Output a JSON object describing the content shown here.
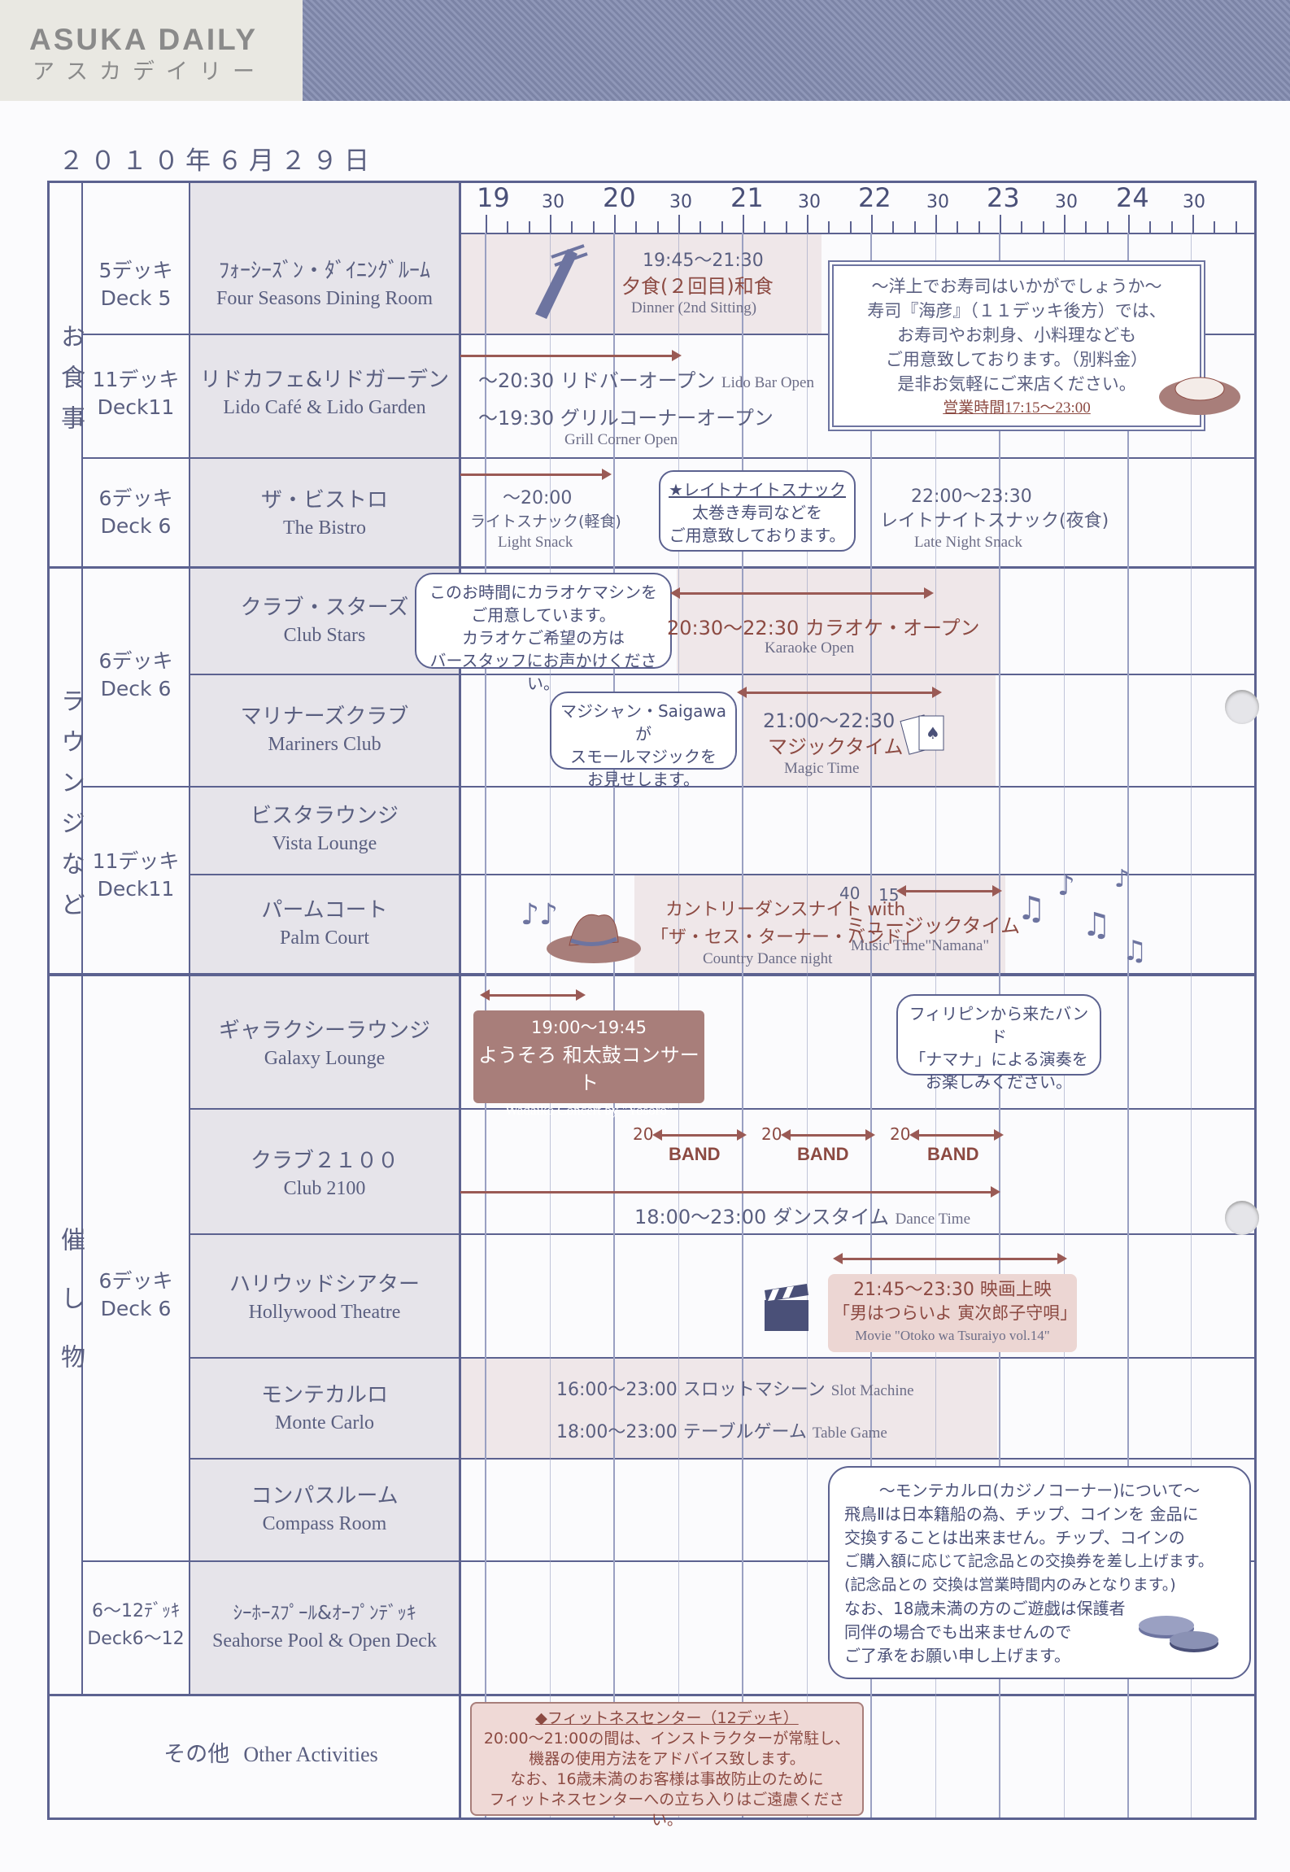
{
  "header": {
    "logo": "ASUKA DAILY",
    "logo_kana": "アスカデイリー"
  },
  "date": "２０１０年６月２９日",
  "hours": [
    "19",
    "20",
    "21",
    "22",
    "23",
    "24"
  ],
  "half_label": "30",
  "sections": {
    "meals": "お食事",
    "lounges": "ラウンジなど",
    "events": "催し物"
  },
  "decks": {
    "d5": {
      "jp": "5デッキ",
      "en": "Deck 5"
    },
    "d11a": {
      "jp": "11デッキ",
      "en": "Deck11"
    },
    "d6a": {
      "jp": "6デッキ",
      "en": "Deck 6"
    },
    "d6b": {
      "jp": "6デッキ",
      "en": "Deck 6"
    },
    "d11b": {
      "jp": "11デッキ",
      "en": "Deck11"
    },
    "d6c": {
      "jp": "6デッキ",
      "en": "Deck 6"
    },
    "d612": {
      "jp": "6〜12ﾃﾞｯｷ",
      "en": "Deck6〜12"
    }
  },
  "venues": {
    "four_seasons": {
      "jp": "ﾌｫｰｼｰｽﾞﾝ・ﾀﾞｲﾆﾝｸﾞﾙｰﾑ",
      "en": "Four Seasons Dining Room"
    },
    "lido": {
      "jp": "リドカフェ&リドガーデン",
      "en": "Lido Café & Lido Garden"
    },
    "bistro": {
      "jp": "ザ・ビストロ",
      "en": "The Bistro"
    },
    "club_stars": {
      "jp": "クラブ・スターズ",
      "en": "Club Stars"
    },
    "mariners": {
      "jp": "マリナーズクラブ",
      "en": "Mariners Club"
    },
    "vista": {
      "jp": "ビスタラウンジ",
      "en": "Vista Lounge"
    },
    "palm": {
      "jp": "パームコート",
      "en": "Palm Court"
    },
    "galaxy": {
      "jp": "ギャラクシーラウンジ",
      "en": "Galaxy Lounge"
    },
    "club2100": {
      "jp": "クラブ２１００",
      "en": "Club 2100"
    },
    "hollywood": {
      "jp": "ハリウッドシアター",
      "en": "Hollywood Theatre"
    },
    "monte": {
      "jp": "モンテカルロ",
      "en": "Monte Carlo"
    },
    "compass": {
      "jp": "コンパスルーム",
      "en": "Compass Room"
    },
    "seahorse": {
      "jp": "ｼｰﾎｰｽﾌﾟｰﾙ&ｵｰﾌﾟﾝﾃﾞｯｷ",
      "en": "Seahorse Pool & Open Deck"
    },
    "other": {
      "jp": "その他",
      "en": "Other Activities"
    }
  },
  "events": {
    "dinner_time": "19:45〜21:30",
    "dinner_jp": "夕食(２回目)和食",
    "dinner_en": "Dinner (2nd Sitting)",
    "lido_bar": "〜20:30 リドバーオープン",
    "lido_bar_en": "Lido Bar Open",
    "grill": "〜19:30 グリルコーナーオープン",
    "grill_en": "Grill Corner Open",
    "light_time": "〜20:00",
    "light_jp": "ライトスナック(軽食)",
    "light_en": "Light Snack",
    "late_bubble_title": "★レイトナイトスナック",
    "late_bubble_l1": "太巻き寿司などを",
    "late_bubble_l2": "ご用意致しております。",
    "late_time": "22:00〜23:30",
    "late_jp": "レイトナイトスナック(夜食)",
    "late_en": "Late Night Snack",
    "karaoke_bubble_l1": "このお時間にカラオケマシンを",
    "karaoke_bubble_l2": "ご用意しています。",
    "karaoke_bubble_l3": "カラオケご希望の方は",
    "karaoke_bubble_l4": "バースタッフにお声かけください。",
    "karaoke": "20:30〜22:30 カラオケ・オープン",
    "karaoke_en": "Karaoke Open",
    "magic_bubble_l1": "マジシャン・Saigawaが",
    "magic_bubble_l2": "スモールマジックを",
    "magic_bubble_l3": "お見せします。",
    "magic_time": "21:00〜22:30",
    "magic_jp": "マジックタイム",
    "magic_en": "Magic Time",
    "country_jp": "カントリーダンスナイト with",
    "country_jp2": "「ザ・セス・ターナー・バンド」",
    "country_en": "Country Dance night",
    "music_40": "40",
    "music_15": "15",
    "music_jp": "ミュージックタイム",
    "music_en": "Music Time\"Namana\"",
    "wadaiko_time": "19:00〜19:45",
    "wadaiko_jp": "ようそろ 和太鼓コンサート",
    "wadaiko_en": "Wadaiko Concert by \"Yosoro\"",
    "namana_bubble_l1": "フィリピンから来たバンド",
    "namana_bubble_l2": "「ナマナ」による演奏を",
    "namana_bubble_l3": "お楽しみください。",
    "band_20": "20",
    "band": "BAND",
    "dance": "18:00〜23:00 ダンスタイム",
    "dance_en": "Dance Time",
    "movie_time": "21:45〜23:30 映画上映",
    "movie_jp": "「男はつらいよ 寅次郎子守唄」",
    "movie_en": "Movie \"Otoko wa Tsuraiyo vol.14\"",
    "slot": "16:00〜23:00 スロットマシーン",
    "slot_en": "Slot Machine",
    "table": "18:00〜23:00 テーブルゲーム",
    "table_en": "Table Game"
  },
  "sushi_box": {
    "l1": "〜洋上でお寿司はいかがでしょうか〜",
    "l2": "寿司『海彦』（１１デッキ後方）では、",
    "l3": "お寿司やお刺身、小料理なども",
    "l4": "ご用意致しております。（別料金）",
    "l5": "是非お気軽にご来店ください。",
    "l6": "営業時間17:15〜23:00"
  },
  "casino_box": {
    "title": "〜モンテカルロ(カジノコーナー)について〜",
    "l1": "飛鳥Ⅱは日本籍船の為、チップ、コインを 金品に",
    "l2": "交換することは出来ません。チップ、コインの",
    "l3": "ご購入額に応じて記念品との交換券を差し上げます。",
    "l4": "(記念品との 交換は営業時間内のみとなります。)",
    "l5": "なお、18歳未満の方のご遊戯は保護者",
    "l6": "同伴の場合でも出来ませんので",
    "l7": "ご了承をお願い申し上げます。"
  },
  "fitness_box": {
    "title": "◆フィットネスセンター（12デッキ）",
    "l1": "20:00〜21:00の間は、インストラクターが常駐し、",
    "l2": "機器の使用方法をアドバイス致します。",
    "l3": "なお、16歳未満のお客様は事故防止のために",
    "l4": "フィットネスセンターへの立ち入りはご遠慮ください。"
  },
  "colors": {
    "ink": "#4a5078",
    "accent_red": "#8c4a42",
    "grid": "#5c6290"
  }
}
